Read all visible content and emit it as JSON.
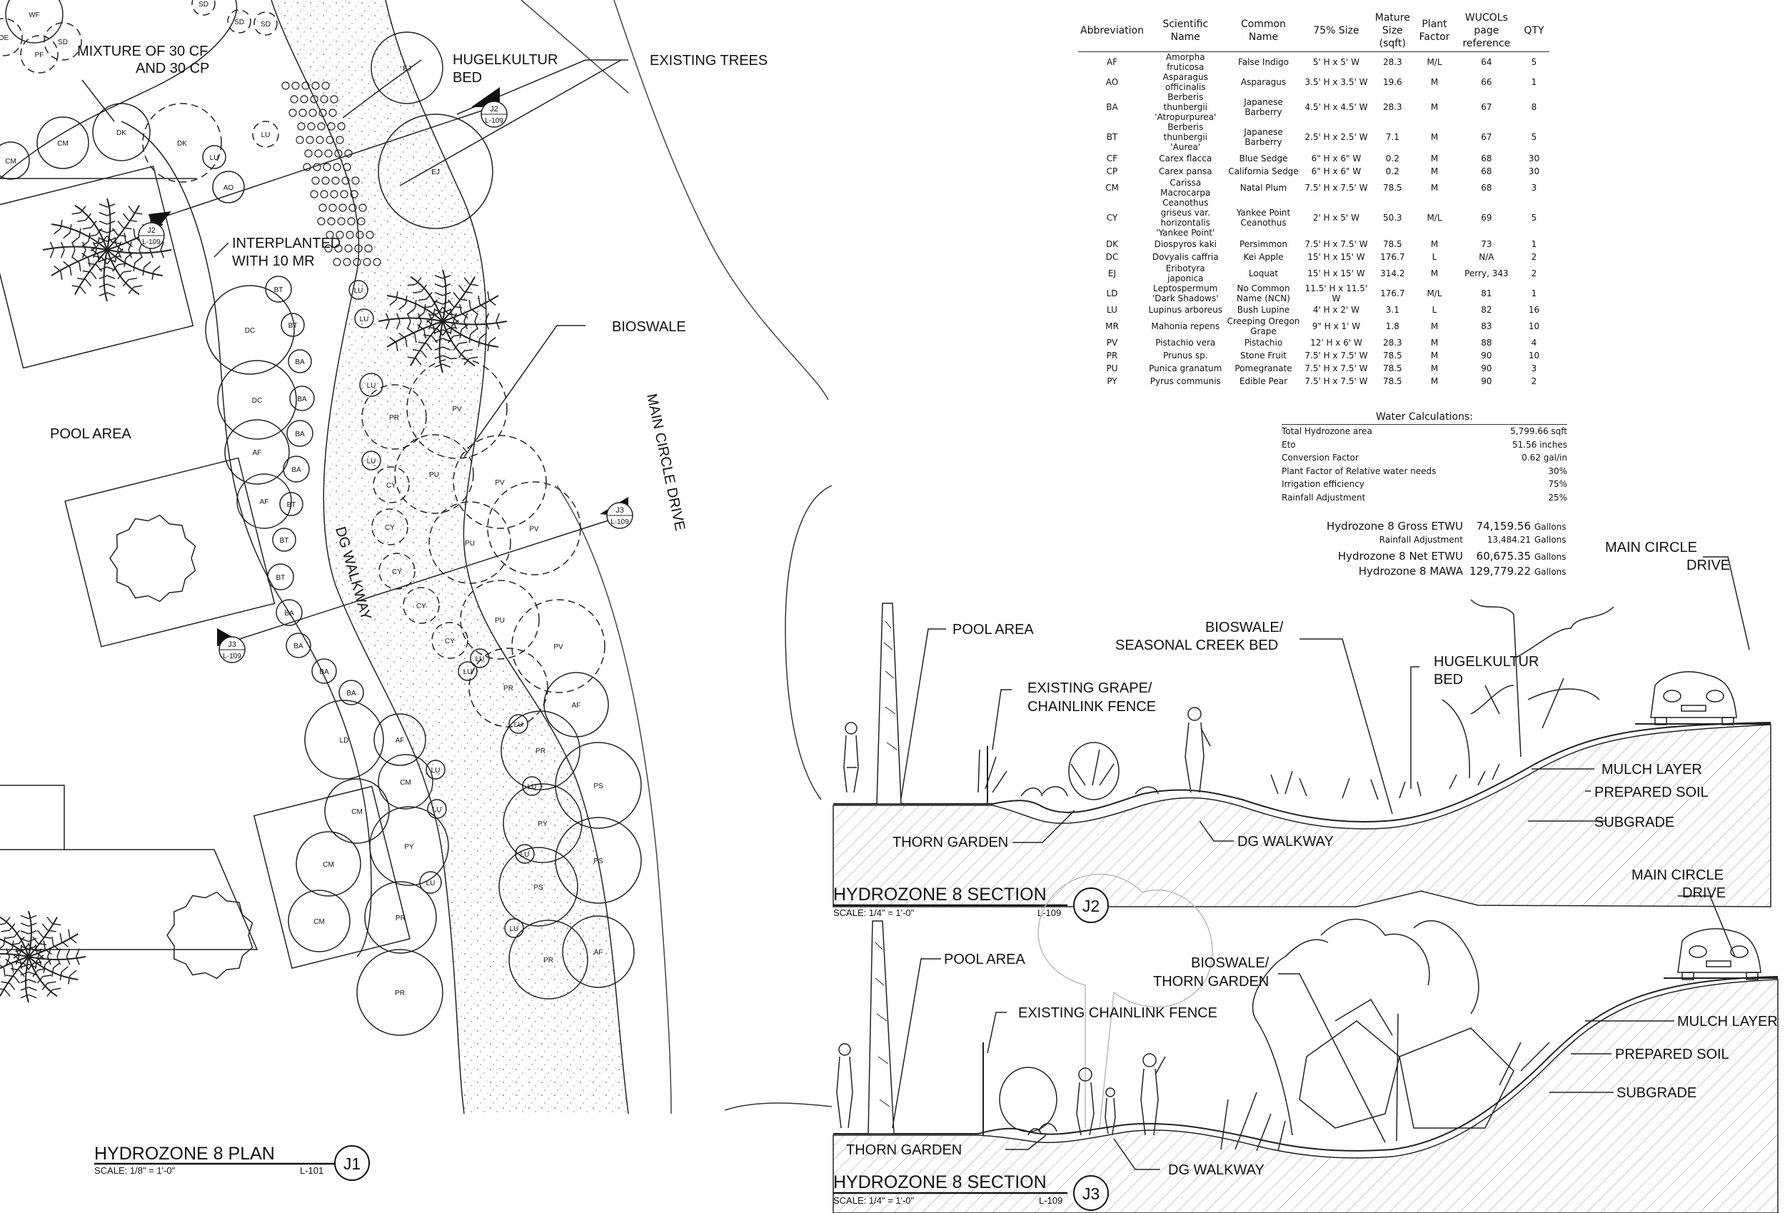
{
  "plan": {
    "labels": {
      "mixture": "MIXTURE OF 30 CF",
      "mixture2": "AND 30 CP",
      "hugelkultur": "HUGELKULTUR",
      "hugelkultur2": "BED",
      "existing_trees": "EXISTING TREES",
      "interplanted": "INTERPLANTED",
      "interplanted2": "WITH 10 MR",
      "bioswale": "BIOSWALE",
      "pool_area": "POOL AREA",
      "dg_walkway": "DG WALKWAY",
      "main_circle_drive": "MAIN CIRCLE DRIVE"
    },
    "section_markers": {
      "j2_top": "J2",
      "j2_top_ref": "L-109",
      "j2_mid": "J2",
      "j2_mid_ref": "L-109",
      "j3_right": "J3",
      "j3_right_ref": "L-109",
      "j3_left": "J3",
      "j3_left_ref": "L-109"
    },
    "plant_codes": {
      "wf": "WF",
      "oe": "OE",
      "pf": "PF",
      "sd": "SD",
      "cm": "CM",
      "dk": "DK",
      "lu": "LU",
      "ao": "AO",
      "ej": "EJ",
      "bt": "BT",
      "dc": "DC",
      "ba": "BA",
      "af": "AF",
      "ld": "LD",
      "py": "PY",
      "pr": "PR",
      "pu": "PU",
      "pv": "PV",
      "cy": "CY",
      "ps": "PS"
    },
    "title": "HYDROZONE 8 PLAN",
    "scale": "SCALE: 1/8\" = 1'-0\"",
    "sheet": "L-101",
    "bubble": "J1"
  },
  "plant_table": {
    "headers": [
      "Abbreviation",
      "Scientific Name",
      "Common Name",
      "75% Size",
      "Mature Size (sqft)",
      "Plant Factor",
      "WUCOLs page reference",
      "QTY"
    ],
    "rows": [
      [
        "AF",
        "Amorpha fruticosa",
        "False Indigo",
        "5' H x 5' W",
        "28.3",
        "M/L",
        "64",
        "5"
      ],
      [
        "AO",
        "Asparagus officinalis",
        "Asparagus",
        "3.5' H x 3.5' W",
        "19.6",
        "M",
        "66",
        "1"
      ],
      [
        "BA",
        "Berberis thunbergii 'Atropurpurea'",
        "Japanese Barberry",
        "4.5' H x 4.5' W",
        "28.3",
        "M",
        "67",
        "8"
      ],
      [
        "BT",
        "Berberis thunbergii 'Aurea'",
        "Japanese Barberry",
        "2.5' H x 2.5' W",
        "7.1",
        "M",
        "67",
        "5"
      ],
      [
        "CF",
        "Carex flacca",
        "Blue Sedge",
        "6\" H x 6\" W",
        "0.2",
        "M",
        "68",
        "30"
      ],
      [
        "CP",
        "Carex pansa",
        "California Sedge",
        "6\" H x 6\" W",
        "0.2",
        "M",
        "68",
        "30"
      ],
      [
        "CM",
        "Carissa Macrocarpa",
        "Natal Plum",
        "7.5' H x 7.5' W",
        "78.5",
        "M",
        "68",
        "3"
      ],
      [
        "CY",
        "Ceanothus griseus var. horizontalis 'Yankee Point'",
        "Yankee Point Ceanothus",
        "2' H x 5' W",
        "50.3",
        "M/L",
        "69",
        "5"
      ],
      [
        "DK",
        "Diospyros kaki",
        "Persimmon",
        "7.5' H x 7.5' W",
        "78.5",
        "M",
        "73",
        "1"
      ],
      [
        "DC",
        "Dovyalis caffria",
        "Kei Apple",
        "15' H x 15' W",
        "176.7",
        "L",
        "N/A",
        "2"
      ],
      [
        "EJ",
        "Eribotyra japonica",
        "Loquat",
        "15' H x 15' W",
        "314.2",
        "M",
        "Perry, 343",
        "2"
      ],
      [
        "LD",
        "Leptospermum 'Dark Shadows'",
        "No Common Name (NCN)",
        "11.5' H x 11.5' W",
        "176.7",
        "M/L",
        "81",
        "1"
      ],
      [
        "LU",
        "Lupinus arboreus",
        "Bush Lupine",
        "4' H x 2' W",
        "3.1",
        "L",
        "82",
        "16"
      ],
      [
        "MR",
        "Mahonia repens",
        "Creeping Oregon Grape",
        "9\" H x 1' W",
        "1.8",
        "M",
        "83",
        "10"
      ],
      [
        "PV",
        "Pistachio vera",
        "Pistachio",
        "12' H x 6' W",
        "28.3",
        "M",
        "88",
        "4"
      ],
      [
        "PR",
        "Prunus sp.",
        "Stone Fruit",
        "7.5' H x 7.5' W",
        "78.5",
        "M",
        "90",
        "10"
      ],
      [
        "PU",
        "Punica granatum",
        "Pomegranate",
        "7.5' H x 7.5' W",
        "78.5",
        "M",
        "90",
        "3"
      ],
      [
        "PY",
        "Pyrus communis",
        "Edible Pear",
        "7.5' H x 7.5' W",
        "78.5",
        "M",
        "90",
        "2"
      ]
    ]
  },
  "water_calc": {
    "title": "Water Calculations:",
    "rows": [
      {
        "label": "Total  Hydrozone area",
        "value": "5,799.66 sqft"
      },
      {
        "label": "Eto",
        "value": "51.56 inches"
      },
      {
        "label": "Conversion Factor",
        "value": "0.62 gal/in"
      },
      {
        "label": "Plant Factor of Relative water needs",
        "value": "30%"
      },
      {
        "label": "Irrigation efficiency",
        "value": "75%"
      },
      {
        "label": "Rainfall Adjustment",
        "value": "25%"
      }
    ],
    "summary": [
      {
        "label": "Hydrozone 8 Gross ETWU",
        "value": "74,159.56",
        "unit": "Gallons"
      },
      {
        "label": "Rainfall Adjustment",
        "value": "13,484.21",
        "unit": "Gallons"
      },
      {
        "label": "Hydrozone 8 Net ETWU",
        "value": "60,675.35",
        "unit": "Gallons"
      },
      {
        "label": "Hydrozone 8 MAWA",
        "value": "129,779.22",
        "unit": "Gallons"
      }
    ]
  },
  "section_j2": {
    "pool_area": "POOL AREA",
    "fence": "EXISTING GRAPE/",
    "fence2": "CHAINLINK FENCE",
    "bioswale": "BIOSWALE/",
    "bioswale2": "SEASONAL CREEK BED",
    "hugel": "HUGELKULTUR",
    "hugel2": "BED",
    "drive": "MAIN CIRCLE",
    "drive2": "DRIVE",
    "mulch": "MULCH LAYER",
    "soil": "PREPARED SOIL",
    "subgrade": "SUBGRADE",
    "thorn": "THORN GARDEN",
    "walkway": "DG WALKWAY",
    "title": "HYDROZONE 8 SECTION",
    "scale": "SCALE: 1/4\" = 1'-0\"",
    "sheet": "L-109",
    "bubble": "J2"
  },
  "section_j3": {
    "pool_area": "POOL AREA",
    "fence": "EXISTING CHAINLINK FENCE",
    "bioswale": "BIOSWALE/",
    "bioswale2": "THORN GARDEN",
    "drive": "MAIN CIRCLE",
    "drive2": "DRIVE",
    "mulch": "MULCH LAYER",
    "soil": "PREPARED SOIL",
    "subgrade": "SUBGRADE",
    "thorn": "THORN GARDEN",
    "walkway": "DG WALKWAY",
    "title": "HYDROZONE 8 SECTION",
    "scale": "SCALE: 1/4\" = 1'-0\"",
    "sheet": "L-109",
    "bubble": "J3"
  }
}
